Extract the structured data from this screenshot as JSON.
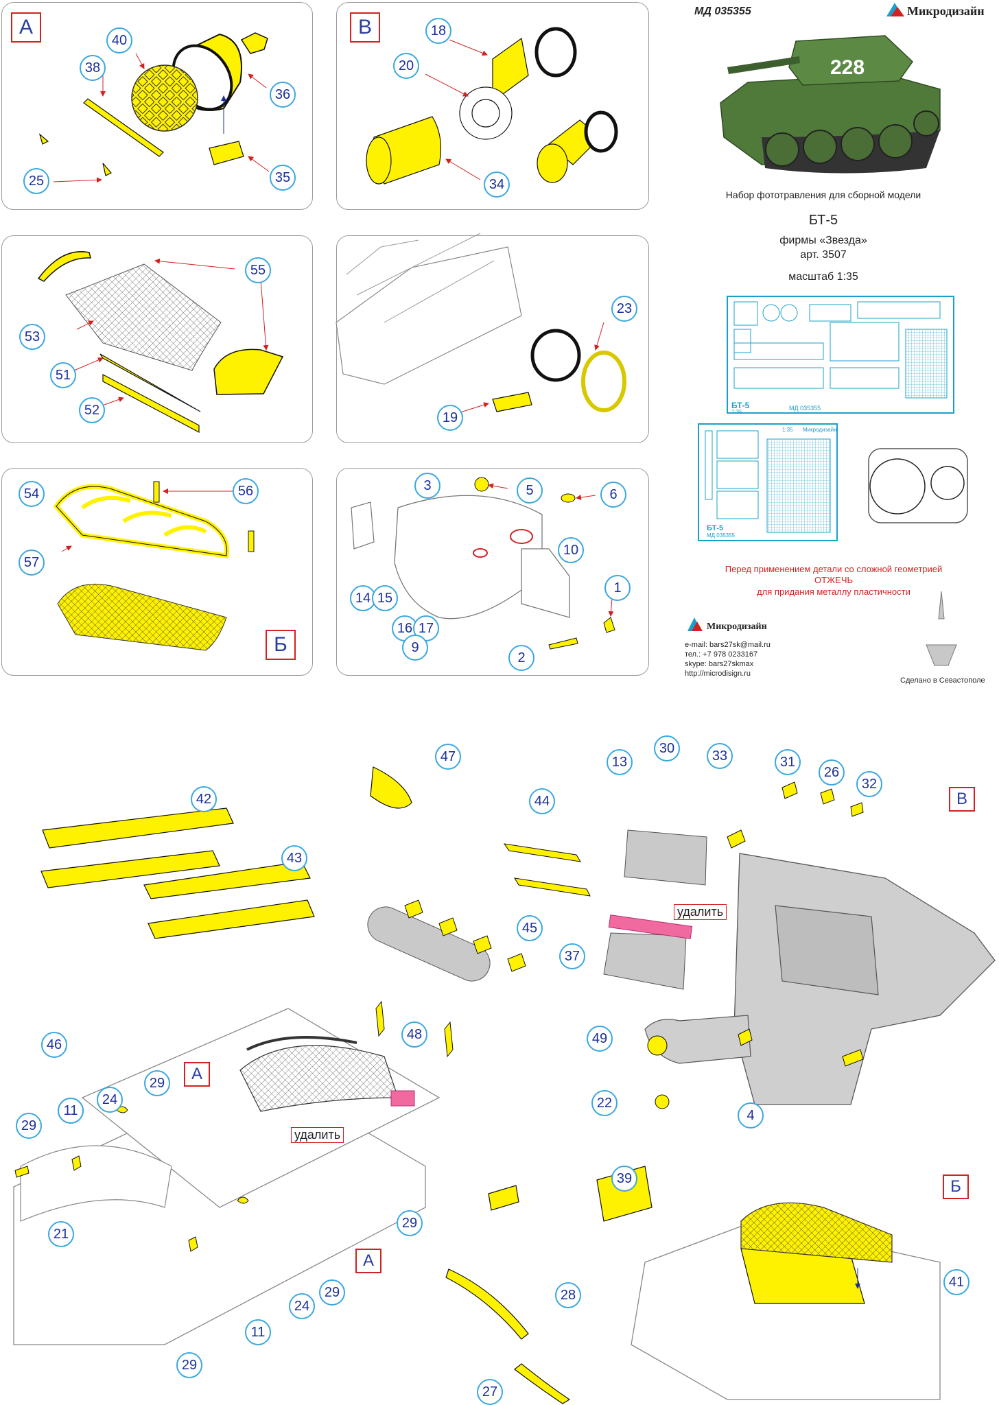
{
  "header": {
    "code": "МД 035355",
    "brand": "Микродизайн",
    "subtitle": "Набор фототравления для сборной модели",
    "model": "БТ-5",
    "maker": "фирмы «Звезда»",
    "article": "арт. 3507",
    "scale": "масштаб 1:35"
  },
  "warning": {
    "line1": "Перед применением детали со сложной геометрией",
    "line2": "ОТЖЕЧЬ",
    "line3": "для придания металлу пластичности"
  },
  "contacts": {
    "brand": "Микродизайн",
    "email": "e-mail: bars27sk@mail.ru",
    "phone": "тел.: +7 978 0233167",
    "skype": "skype: bars27skmax",
    "site": "http://microdisign.ru",
    "made_in": "Сделано в Севастополе"
  },
  "fret": {
    "label_model": "БТ-5",
    "label_code": "МД 035355",
    "label_scale": "1:35",
    "small_label": "БТ-5",
    "small_code": "МД 035355",
    "small_scale": "1:35",
    "small_brand": "Микродизайн"
  },
  "panels": {
    "A": "А",
    "V": "В",
    "B": "Б"
  },
  "remove_labels": [
    "удалить",
    "удалить"
  ],
  "callouts": {
    "p36": "36",
    "p38": "38",
    "p40": "40",
    "p25": "25",
    "p35": "35",
    "p18": "18",
    "p20": "20",
    "p34": "34",
    "p55": "55",
    "p53": "53",
    "p51": "51",
    "p52": "52",
    "p23": "23",
    "p19": "19",
    "p54": "54",
    "p56": "56",
    "p57": "57",
    "p3": "3",
    "p5": "5",
    "p6": "6",
    "p10": "10",
    "p1": "1",
    "p14": "14",
    "p15": "15",
    "p16": "16",
    "p17": "17",
    "p9": "9",
    "p2": "2",
    "p42": "42",
    "p43": "43",
    "p46": "46",
    "p47": "47",
    "p48": "48",
    "p44": "44",
    "p45": "45",
    "p13": "13",
    "p30": "30",
    "p33": "33",
    "p31": "31",
    "p26": "26",
    "p32": "32",
    "p37": "37",
    "p49": "49",
    "p22": "22",
    "p4": "4",
    "p11": "11",
    "p24": "24",
    "p29": "29",
    "p21": "21",
    "p27": "27",
    "p28": "28",
    "p39": "39",
    "p41": "41"
  },
  "colors": {
    "part_yellow": "#fff200",
    "callout_blue": "#1a2f9c",
    "callout_ring": "#3aa8df",
    "panel_red": "#d42020",
    "remove_pink": "#f06aa0",
    "hull_grey": "#c9c9c9",
    "tank_green": "#4f7a3a",
    "fret_blue": "#1aa0c8"
  }
}
